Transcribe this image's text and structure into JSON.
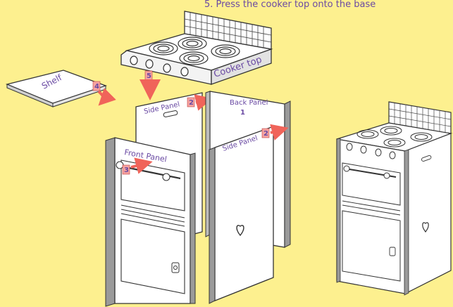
{
  "caption": "5. Press the cooker top onto the base",
  "labels": {
    "shelf": "Shelf",
    "shelf_step": "4",
    "cooker_top": "Cooker top",
    "cooker_top_step": "5",
    "side_panel_left": "Side Panel",
    "side_panel_left_step": "2",
    "back_panel": "Back Panel",
    "back_panel_step": "1",
    "side_panel_right": "Side Panel",
    "side_panel_right_step": "2",
    "front_panel": "Front Panel",
    "front_panel_step": "3"
  },
  "colors": {
    "background": "#fdf08f",
    "label_text": "#6a4aa3",
    "arrow": "#f0645a",
    "panel_fill": "#ffffff",
    "panel_edge": "#8a8a8a",
    "outline": "#333333"
  },
  "icons": [
    "heart-icon",
    "knob-icon",
    "arrow-icon"
  ]
}
